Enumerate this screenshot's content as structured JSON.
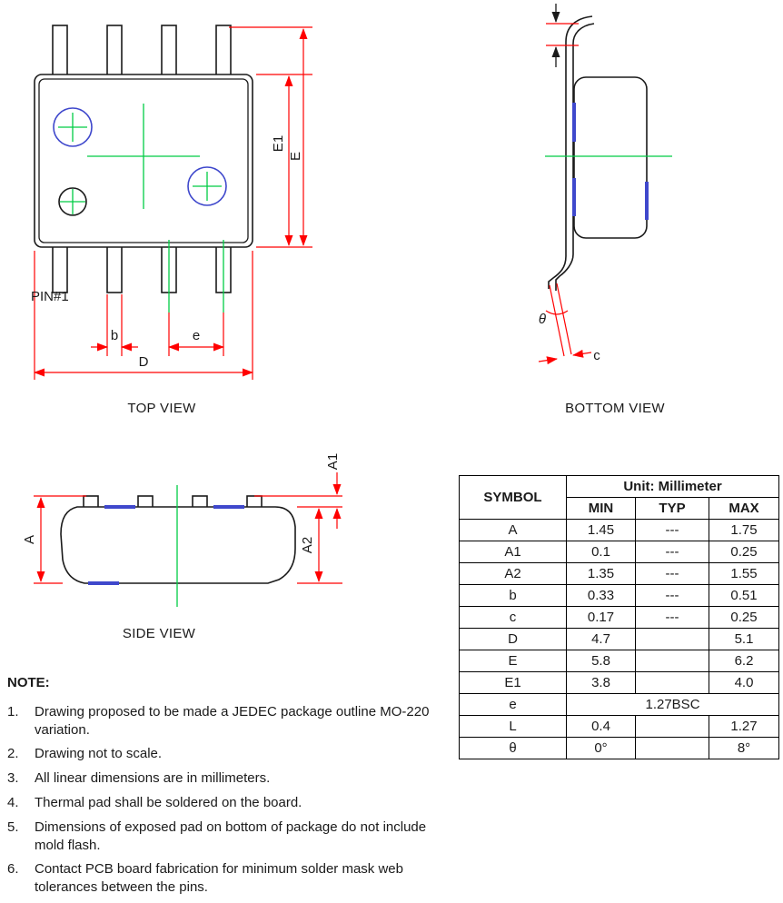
{
  "colors": {
    "red": "#ff0000",
    "green": "#00cc44",
    "blue": "#3f48cc",
    "line": "#1a1a1a"
  },
  "views": {
    "top": {
      "caption": "TOP VIEW",
      "labels": {
        "pin1": "PIN#1",
        "b": "b",
        "e": "e",
        "D": "D",
        "E": "E",
        "E1": "E1"
      }
    },
    "bottom": {
      "caption": "BOTTOM VIEW",
      "labels": {
        "theta": "θ",
        "c": "c"
      }
    },
    "side": {
      "caption": "SIDE VIEW",
      "labels": {
        "A": "A",
        "A1": "A1",
        "A2": "A2"
      }
    }
  },
  "table": {
    "symbol_header": "SYMBOL",
    "title": "Unit: Millimeter",
    "columns": [
      "MIN",
      "TYP",
      "MAX"
    ],
    "rows": [
      {
        "symbol": "A",
        "min": "1.45",
        "typ": "---",
        "max": "1.75"
      },
      {
        "symbol": "A1",
        "min": "0.1",
        "typ": "---",
        "max": "0.25"
      },
      {
        "symbol": "A2",
        "min": "1.35",
        "typ": "---",
        "max": "1.55"
      },
      {
        "symbol": "b",
        "min": "0.33",
        "typ": "---",
        "max": "0.51"
      },
      {
        "symbol": "c",
        "min": "0.17",
        "typ": "---",
        "max": "0.25"
      },
      {
        "symbol": "D",
        "min": "4.7",
        "typ": "",
        "max": "5.1"
      },
      {
        "symbol": "E",
        "min": "5.8",
        "typ": "",
        "max": "6.2"
      },
      {
        "symbol": "E1",
        "min": "3.8",
        "typ": "",
        "max": "4.0"
      },
      {
        "symbol": "e",
        "span": "1.27BSC"
      },
      {
        "symbol": "L",
        "min": "0.4",
        "typ": "",
        "max": "1.27"
      },
      {
        "symbol": "θ",
        "min": "0°",
        "typ": "",
        "max": "8°"
      }
    ]
  },
  "notes": {
    "title": "NOTE:",
    "items": [
      {
        "num": "1.",
        "text": "Drawing proposed to be made a JEDEC package outline MO-220 variation."
      },
      {
        "num": "2.",
        "text": "Drawing not to scale."
      },
      {
        "num": "3.",
        "text": "All linear dimensions are in millimeters."
      },
      {
        "num": "4.",
        "text": "Thermal pad shall be soldered on the board."
      },
      {
        "num": "5.",
        "text": "Dimensions of exposed pad on bottom of package do not include mold flash."
      },
      {
        "num": "6.",
        "text": "Contact PCB board fabrication for minimum solder mask web tolerances between the pins."
      }
    ]
  }
}
